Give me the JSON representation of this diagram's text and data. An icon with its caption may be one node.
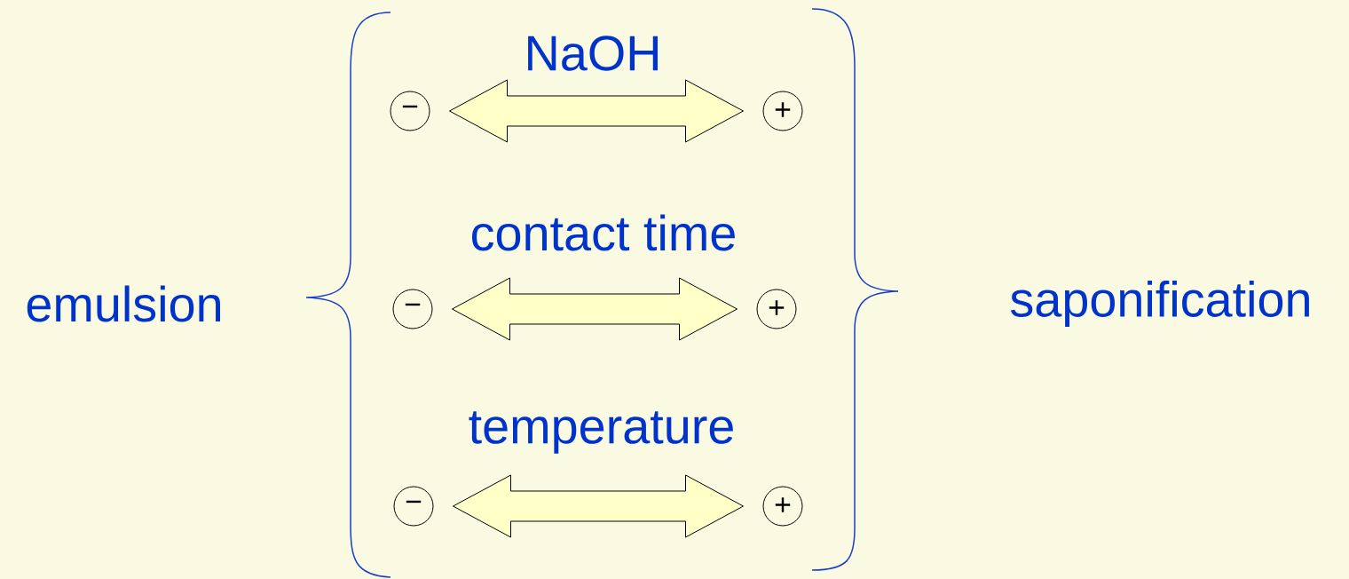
{
  "diagram": {
    "nodes": [
      {
        "text": [
          "−"
        ]
      },
      {
        "text": [
          "+"
        ]
      },
      {
        "text": [
          "−"
        ]
      },
      {
        "text": [
          "+"
        ]
      },
      {
        "text": [
          "−"
        ]
      },
      {
        "text": [
          "+"
        ]
      }
    ],
    "edges": [
      {
        "from": 0,
        "to": 1,
        "arrow": "both",
        "label": "NaOH"
      },
      {
        "from": 2,
        "to": 3,
        "arrow": "both",
        "label": "contact time"
      },
      {
        "from": 4,
        "to": 5,
        "arrow": "both",
        "label": "temperature"
      }
    ],
    "labels": [
      "emulsion",
      "saponification"
    ]
  }
}
